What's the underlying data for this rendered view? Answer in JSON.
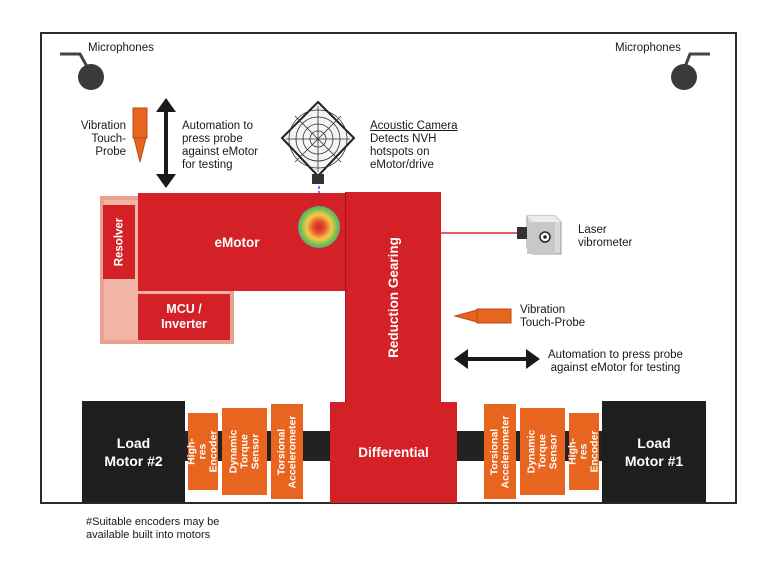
{
  "labels": {
    "microphones_left": "Microphones",
    "microphones_right": "Microphones",
    "vibration_probe_top": "Vibration\nTouch-Probe",
    "automation_top": "Automation to\npress probe\nagainst eMotor\nfor testing",
    "acoustic_camera_title": "Acoustic Camera",
    "acoustic_camera_desc": "Detects NVH\nhotspots on\neMotor/drive",
    "laser_vibrometer": "Laser\nvibrometer",
    "emotor": "eMotor",
    "resolver": "Resolver",
    "mcu_inverter": "MCU /\nInverter",
    "reduction_gearing": "Reduction Gearing",
    "vibration_probe_right": "Vibration\nTouch-Probe",
    "automation_right": "Automation to press probe\nagainst eMotor for testing",
    "differential": "Differential",
    "load_motor_2": "Load\nMotor #2",
    "load_motor_1": "Load\nMotor #1",
    "left_encoder": "High-res\nEncoder",
    "left_torque": "Dynamic\nTorque\nSensor",
    "left_accel": "Torsional\nAccelerometer",
    "right_accel": "Torsional\nAccelerometer",
    "right_torque": "Dynamic\nTorque\nSensor",
    "right_encoder": "High-res\nEncoder",
    "footnote": "#Suitable encoders may be\navailable built into motors"
  },
  "colors": {
    "red": "#d42027",
    "orange": "#e8651f",
    "black": "#1e1e1e",
    "laser": "#e0262a"
  }
}
